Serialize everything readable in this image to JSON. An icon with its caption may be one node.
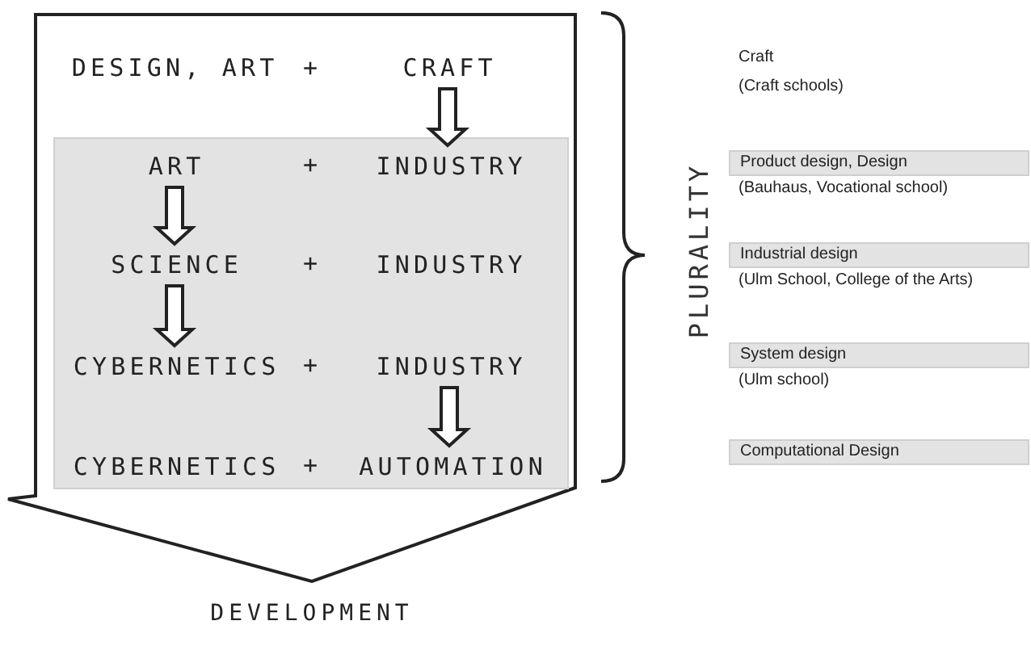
{
  "diagram": {
    "nodes": [
      {
        "text": [
          "DEVELOPMENT"
        ]
      },
      {
        "text": [
          "DESIGN, ART"
        ],
        "in": 0
      },
      {
        "text": [
          "CRAFT"
        ],
        "in": 0
      },
      {
        "text": [],
        "shape": "box",
        "in": 0
      },
      {
        "text": [
          "ART"
        ],
        "in": 3
      },
      {
        "text": [
          "INDUSTRY"
        ],
        "in": 3
      },
      {
        "text": [
          "SCIENCE"
        ],
        "in": 3
      },
      {
        "text": [
          "INDUSTRY"
        ],
        "in": 3
      },
      {
        "text": [
          "CYBERNETICS"
        ],
        "in": 3
      },
      {
        "text": [
          "INDUSTRY"
        ],
        "in": 3
      },
      {
        "text": [
          "CYBERNETICS"
        ],
        "in": 3
      },
      {
        "text": [
          "AUTOMATION"
        ],
        "in": 3
      },
      {
        "text": [
          "Product design, Design"
        ],
        "beside": [
          "(Bauhaus, Vocational school)"
        ]
      },
      {
        "text": [
          "Industrial design"
        ],
        "beside": [
          "(Ulm School, College of the Arts)"
        ]
      },
      {
        "text": [
          "System design"
        ],
        "beside": [
          "(Ulm school)"
        ]
      },
      {
        "text": [
          "Computational Design"
        ]
      }
    ],
    "edges": [
      {
        "from": 2,
        "to": 5,
        "arrow": "to"
      },
      {
        "from": 4,
        "to": 6,
        "arrow": "to"
      },
      {
        "from": 6,
        "to": 8,
        "arrow": "to"
      },
      {
        "from": 9,
        "to": 11,
        "arrow": "to"
      }
    ],
    "labels": [
      "+",
      "+",
      "+",
      "+",
      "+",
      "PLURALITY",
      "Craft",
      "(Craft schools)"
    ]
  }
}
